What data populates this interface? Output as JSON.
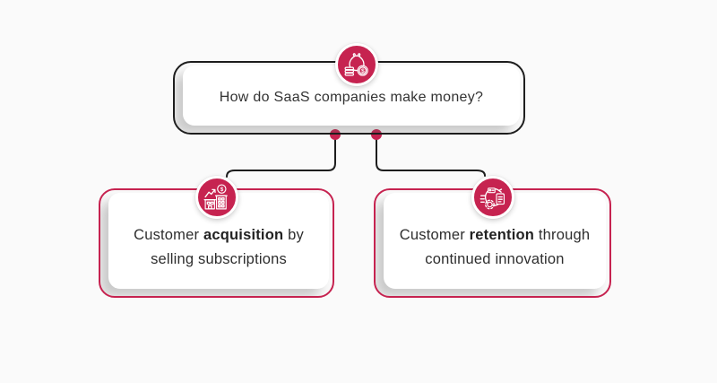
{
  "canvas": {
    "background": "#fafafa"
  },
  "colors": {
    "accent": "#c62350",
    "outline": "#1d1d1d",
    "card": "#ffffff",
    "text": "#2e2e2e"
  },
  "root_node": {
    "title": "How do SaaS companies make money?",
    "icon": "money-bag-coins-icon"
  },
  "child_nodes": [
    {
      "id": "acquisition",
      "icon": "buildings-growth-dollar-icon",
      "line1_prefix": "Customer ",
      "line1_bold": "acquisition",
      "line1_suffix": " by",
      "line2": "selling subscriptions"
    },
    {
      "id": "retention",
      "icon": "innovation-cycle-gear-icon",
      "line1_prefix": "Customer ",
      "line1_bold": "retention",
      "line1_suffix": " through",
      "line2": "continued innovation"
    }
  ]
}
